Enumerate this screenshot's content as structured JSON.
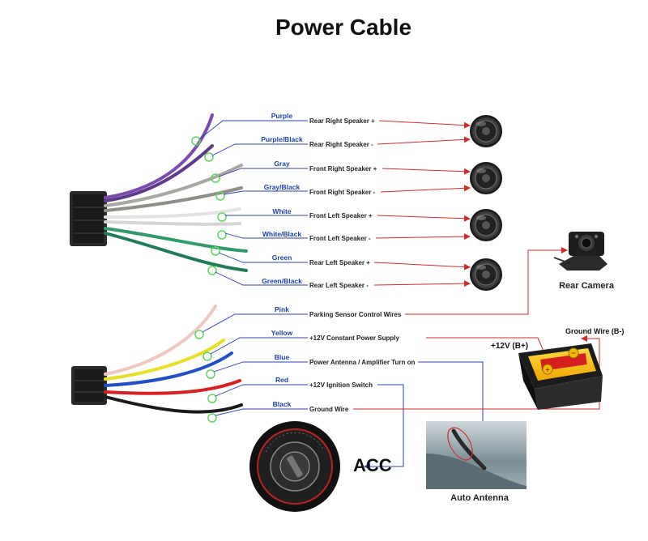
{
  "title": "Power Cable",
  "speaker_wires": [
    {
      "color_name": "Purple",
      "function": "Rear Right Speaker +",
      "wire_hex": "#7b4bb0"
    },
    {
      "color_name": "Purple/Black",
      "function": "Rear Right Speaker -",
      "wire_hex": "#5f3a8a"
    },
    {
      "color_name": "Gray",
      "function": "Front Right Speaker +",
      "wire_hex": "#a8a8a0"
    },
    {
      "color_name": "Gray/Black",
      "function": "Front Right Speaker -",
      "wire_hex": "#8f8f88"
    },
    {
      "color_name": "White",
      "function": "Front Left Speaker +",
      "wire_hex": "#e6e6e6"
    },
    {
      "color_name": "White/Black",
      "function": "Front Left Speaker -",
      "wire_hex": "#d4d4d4"
    },
    {
      "color_name": "Green",
      "function": "Rear Left Speaker +",
      "wire_hex": "#2f9a6a"
    },
    {
      "color_name": "Green/Black",
      "function": "Rear Left Speaker -",
      "wire_hex": "#1f7d55"
    }
  ],
  "power_wires": [
    {
      "color_name": "Pink",
      "function": "Parking Sensor Control Wires",
      "wire_hex": "#f0c8c0"
    },
    {
      "color_name": "Yellow",
      "function": "+12V Constant Power Supply",
      "wire_hex": "#e8e020"
    },
    {
      "color_name": "Blue",
      "function": "Power Antenna / Amplifier Turn on",
      "wire_hex": "#2050c8"
    },
    {
      "color_name": "Red",
      "function": "+12V Ignition Switch",
      "wire_hex": "#d82020"
    },
    {
      "color_name": "Black",
      "function": "Ground Wire",
      "wire_hex": "#1a1a1a"
    }
  ],
  "devices": {
    "rear_camera": "Rear Camera",
    "ground_wire": "Ground Wire (B-)",
    "battery_plus": "+12V (B+)",
    "acc": "ACC",
    "auto_antenna": "Auto Antenna"
  },
  "colors": {
    "line_red": "#d42a2a",
    "line_blue": "#2a3fb8",
    "label_blue": "#1a3fb0",
    "marker_green": "#5fd65f"
  }
}
